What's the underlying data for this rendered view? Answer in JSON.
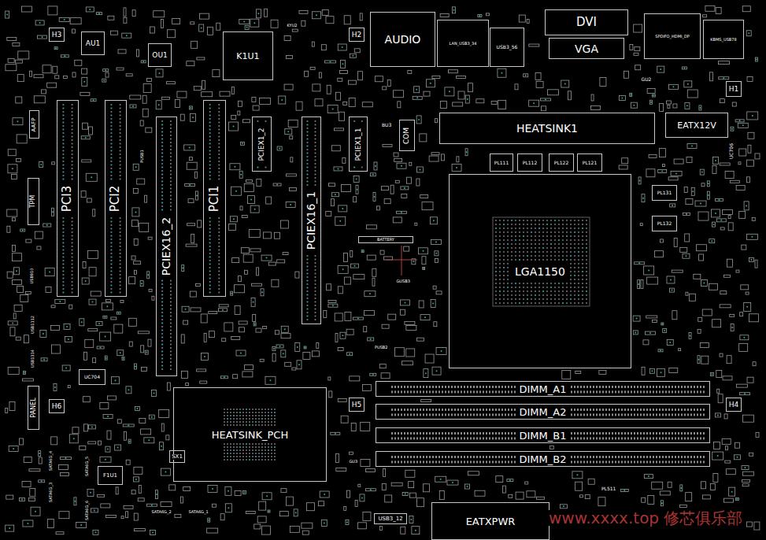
{
  "diagram": {
    "nodes": [
      {
        "text": [
          "H3"
        ]
      },
      {
        "text": [
          "AU1"
        ]
      },
      {
        "text": [
          "OU1"
        ]
      },
      {
        "text": [
          "K1U1"
        ]
      },
      {
        "text": [
          "H2"
        ]
      },
      {
        "text": [
          "AUDIO"
        ]
      },
      {
        "text": [
          "LAN_USB3_34"
        ]
      },
      {
        "text": [
          "USB3_56"
        ]
      },
      {
        "text": [
          "DVI"
        ]
      },
      {
        "text": [
          "SPDIFO_HDMI_DP"
        ]
      },
      {
        "text": [
          "KBMS_USB78"
        ]
      },
      {
        "text": [
          "VGA"
        ]
      },
      {
        "text": [
          "H1"
        ]
      },
      {
        "text": [
          "AAFP"
        ]
      },
      {
        "text": [
          "PCI3"
        ]
      },
      {
        "text": [
          "PCI2"
        ]
      },
      {
        "text": [
          "PCIEX16_2"
        ]
      },
      {
        "text": [
          "PCI1"
        ]
      },
      {
        "text": [
          "PCIEX1_2"
        ]
      },
      {
        "text": [
          "PCIEX16_1"
        ]
      },
      {
        "text": [
          "PCIEX1_1"
        ]
      },
      {
        "text": [
          "COM"
        ]
      },
      {
        "text": [
          "HEATSINK1"
        ]
      },
      {
        "text": [
          "EATX12V"
        ]
      },
      {
        "text": [
          "PL111"
        ]
      },
      {
        "text": [
          "PL112"
        ]
      },
      {
        "text": [
          "PL122"
        ]
      },
      {
        "text": [
          "PL121"
        ]
      },
      {
        "text": [
          "TPM"
        ]
      },
      {
        "text": [
          "LGA1150"
        ]
      },
      {
        "text": [
          "PL131"
        ]
      },
      {
        "text": [
          "PL132"
        ]
      },
      {
        "text": [
          "BATTERY"
        ]
      },
      {
        "text": [
          "UC704"
        ]
      },
      {
        "text": [
          "DIMM_A1"
        ]
      },
      {
        "text": [
          "H6"
        ]
      },
      {
        "text": [
          "H5"
        ]
      },
      {
        "text": [
          "H4"
        ]
      },
      {
        "text": [
          "DIMM_A2"
        ]
      },
      {
        "text": [
          "PANEL"
        ]
      },
      {
        "text": [
          "HEATSINK_PCH"
        ]
      },
      {
        "text": [
          "DIMM_B1"
        ]
      },
      {
        "text": [
          "SX1"
        ]
      },
      {
        "text": [
          "DIMM_B2"
        ]
      },
      {
        "text": [
          "F1U1"
        ]
      },
      {
        "text": [
          "EATXPWR"
        ]
      },
      {
        "text": [
          "USB3_12"
        ]
      }
    ],
    "labels": [
      "KYU2",
      "BU3",
      "GU2",
      "UC706",
      "PUSB1",
      "PUSB2",
      "GUSB3",
      "PL511",
      "USB910",
      "USB1112",
      "USB1314",
      "SATA6G_3",
      "SATA6G_4",
      "SATA6G_5",
      "SATA6G_6",
      "SATA6G_2",
      "SATA6G_1",
      "GU3",
      "www.xxxx.top 修芯俱乐部"
    ]
  }
}
